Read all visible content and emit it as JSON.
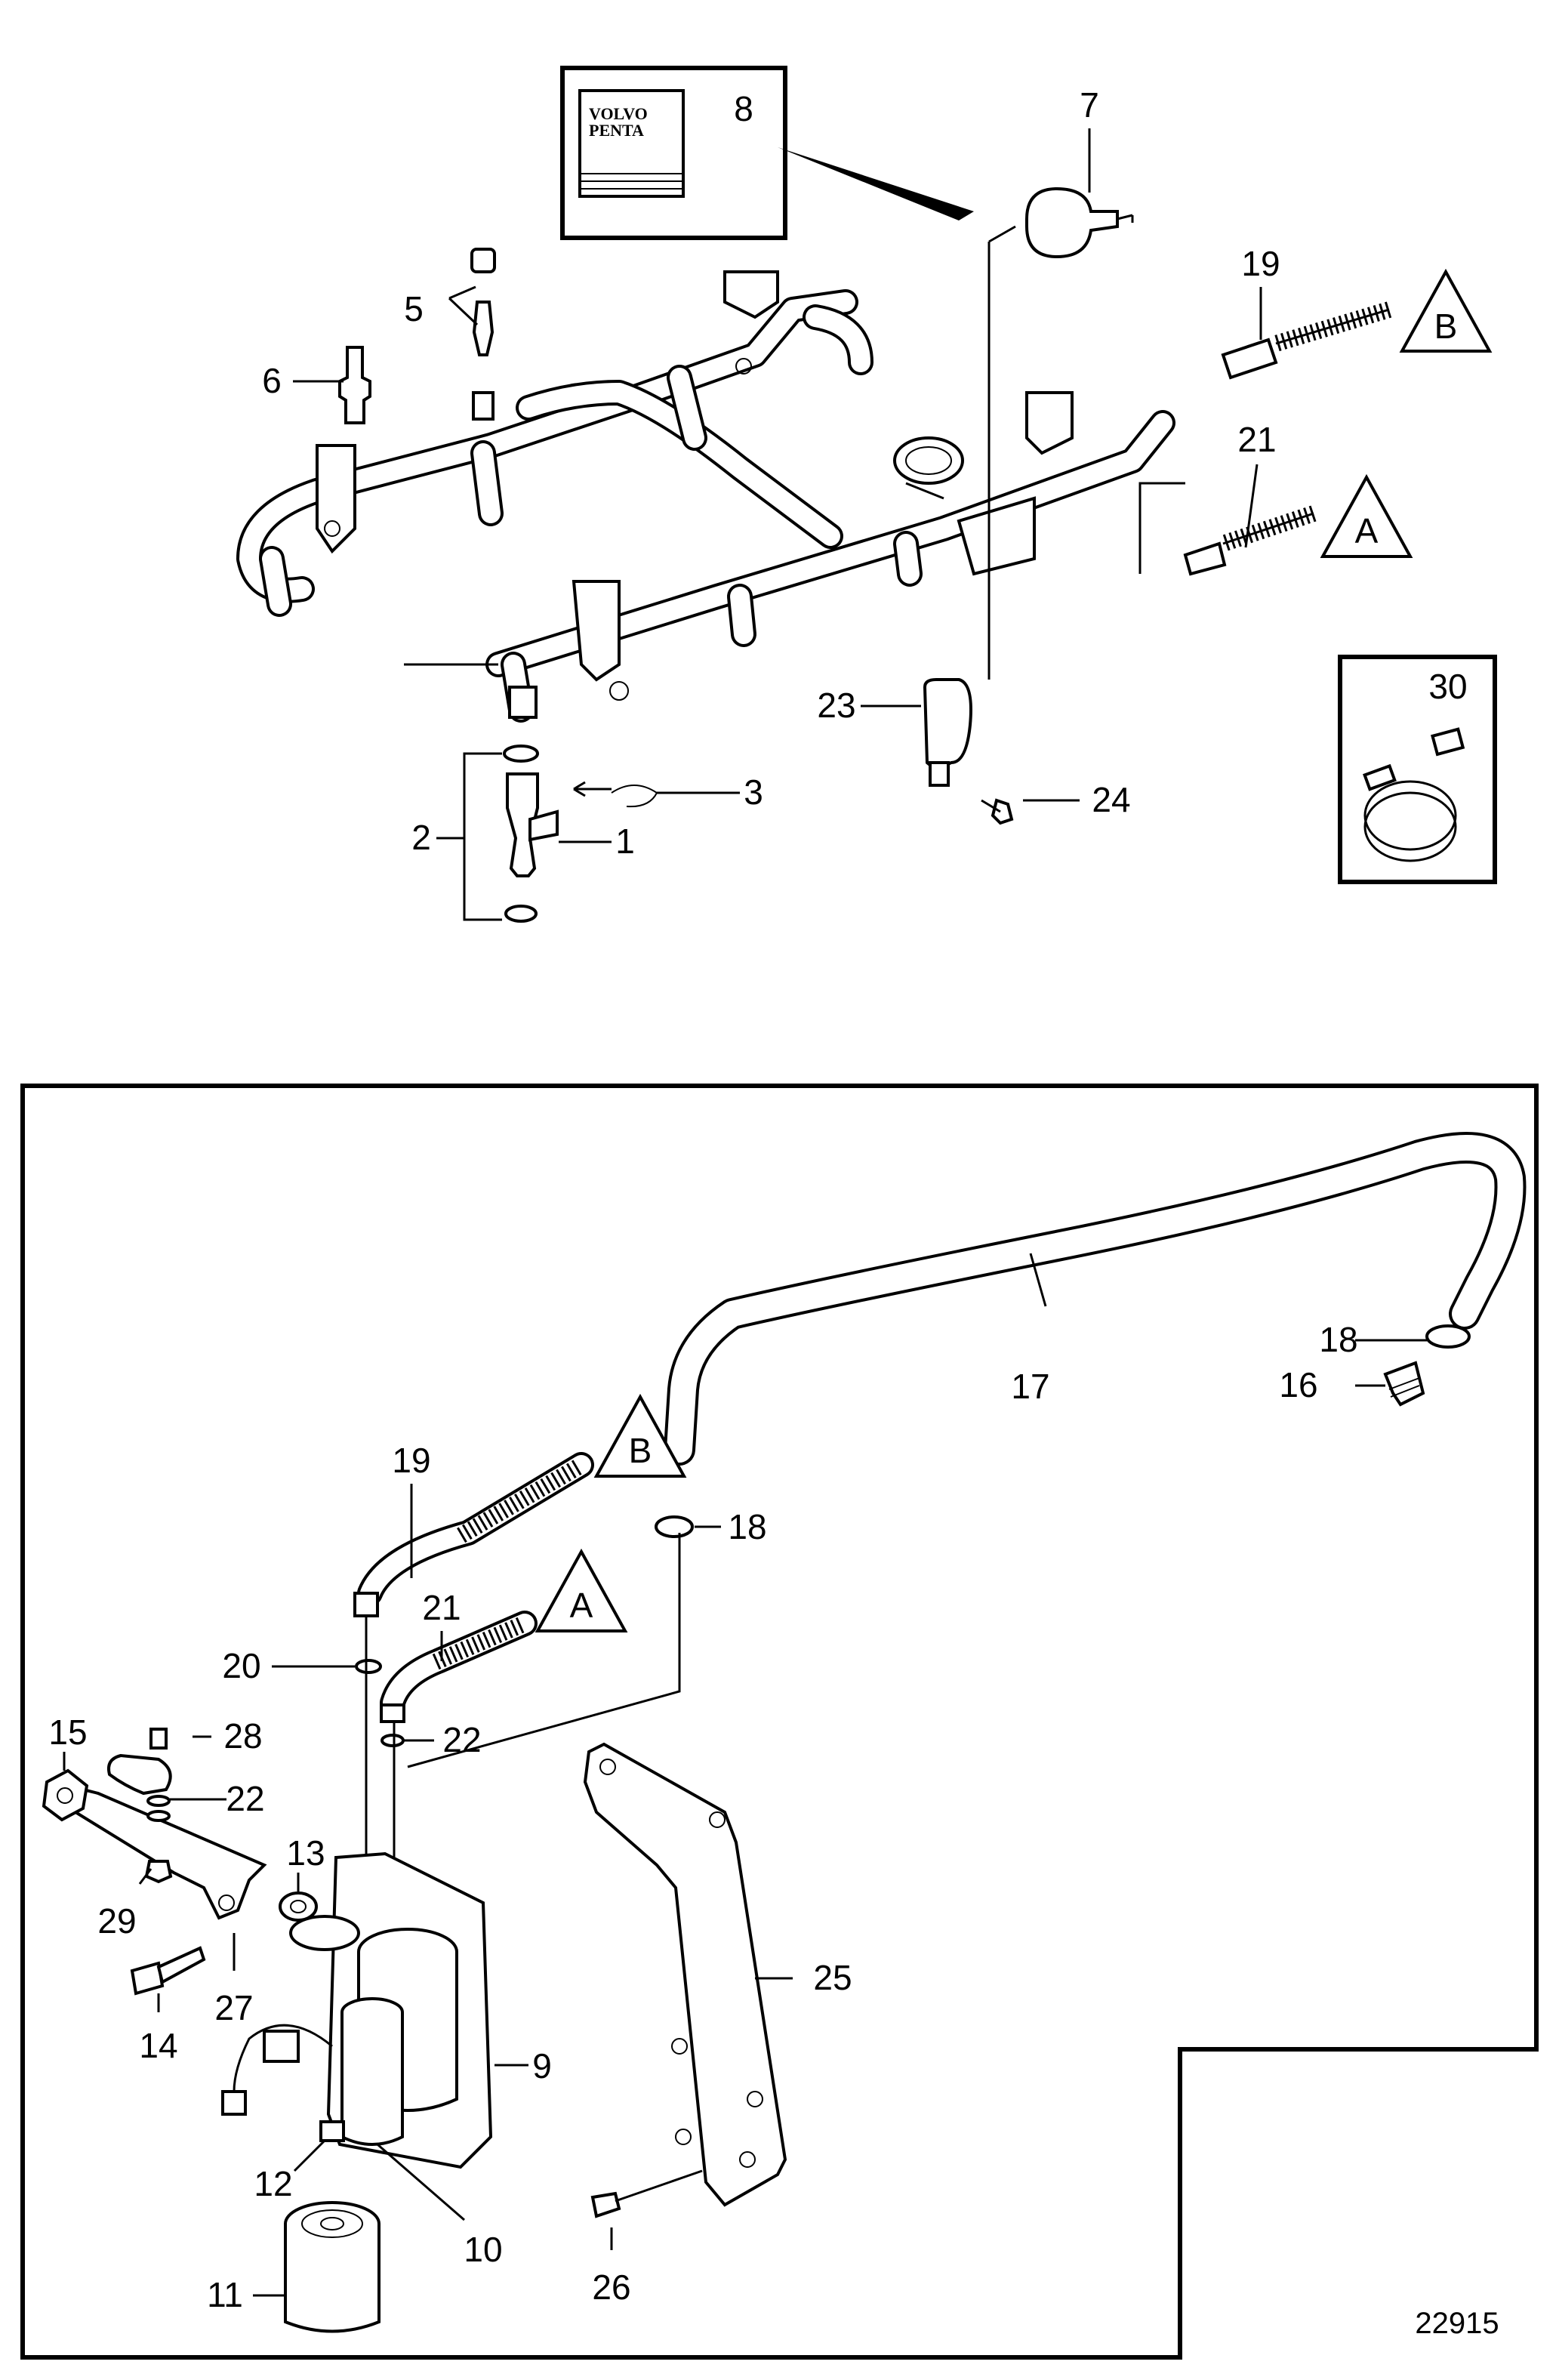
{
  "drawing_number": "22915",
  "kit_box_logo": [
    "VOLVO",
    "PENTA"
  ],
  "callouts": {
    "c1": "1",
    "c2": "2",
    "c3": "3",
    "c5": "5",
    "c6": "6",
    "c7": "7",
    "c8": "8",
    "c9": "9",
    "c10": "10",
    "c11": "11",
    "c12": "12",
    "c13": "13",
    "c14": "14",
    "c15": "15",
    "c16": "16",
    "c17": "17",
    "c18a": "18",
    "c18b": "18",
    "c19a": "19",
    "c19b": "19",
    "c20": "20",
    "c21a": "21",
    "c21b": "21",
    "c22a": "22",
    "c22b": "22",
    "c23": "23",
    "c24": "24",
    "c25": "25",
    "c26": "26",
    "c27": "27",
    "c28": "28",
    "c29": "29",
    "c30": "30"
  },
  "connection_markers": {
    "B_top": "B",
    "A_top": "A",
    "B_bottom": "B",
    "A_bottom": "A"
  }
}
